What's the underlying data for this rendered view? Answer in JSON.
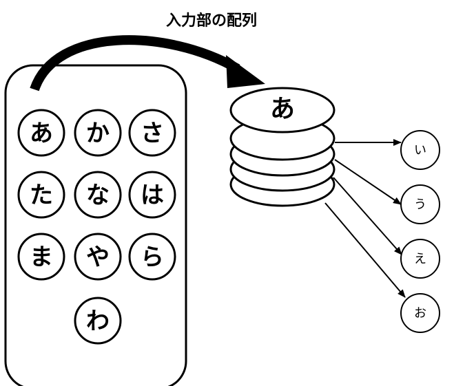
{
  "title": "入力部の配列",
  "keypad": {
    "keys": [
      "あ",
      "か",
      "さ",
      "た",
      "な",
      "は",
      "ま",
      "や",
      "ら",
      "わ"
    ]
  },
  "stack": {
    "top_char": "あ"
  },
  "outputs": [
    "い",
    "う",
    "え",
    "お"
  ]
}
